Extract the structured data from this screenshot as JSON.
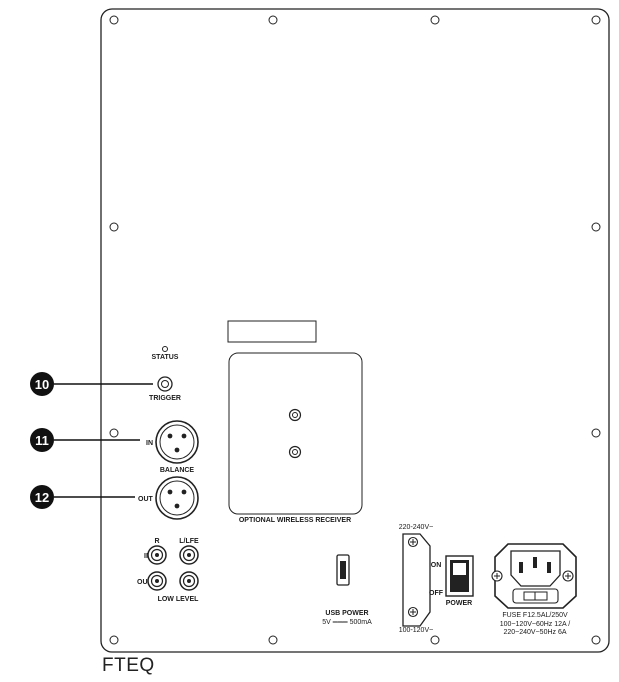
{
  "labels": {
    "status": "STATUS",
    "trigger": "TRIGGER",
    "in": "IN",
    "out": "OUT",
    "balance": "BALANCE",
    "optional_wireless_receiver": "OPTIONAL WIRELESS RECEIVER",
    "r": "R",
    "l_lfe": "L/LFE",
    "low_level_in": "IN",
    "low_level_out": "OUT",
    "low_level": "LOW LEVEL",
    "voltage_220": "220-240V~",
    "voltage_100": "100-120V~",
    "on": "ON",
    "off": "OFF",
    "power": "POWER",
    "usb_power": "USB POWER",
    "usb_spec": "5V ═══ 500mA",
    "fuse": "FUSE F12.5AL/250V",
    "rating_1": "100~120V~60Hz 12A /",
    "rating_2": "220~240V~50Hz 6A"
  },
  "callouts": {
    "c10": "10",
    "c11": "11",
    "c12": "12"
  },
  "caption": "FTEQ"
}
